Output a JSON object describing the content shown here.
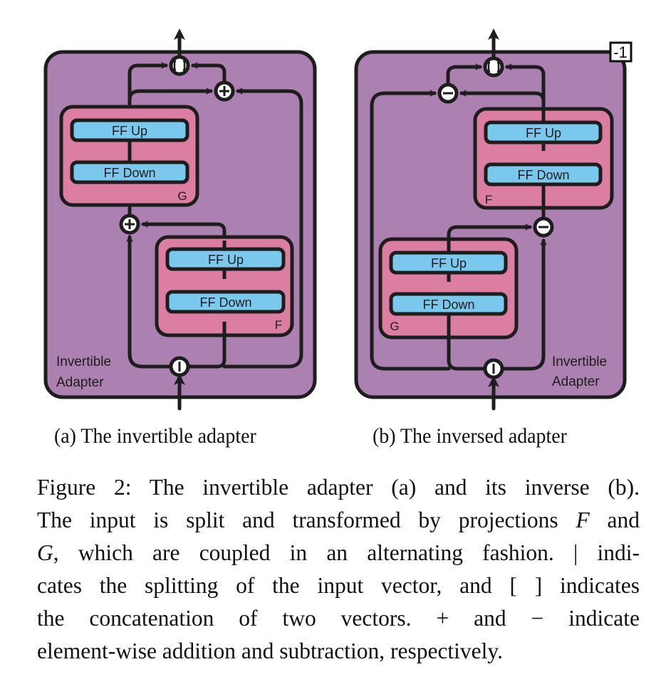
{
  "colors": {
    "outer": "#ad80b2",
    "module": "#dc7ea1",
    "ff": "#7ac8ee",
    "stroke": "#1d1d1d",
    "node_fill": "#ffffff"
  },
  "panels": [
    {
      "id": "a",
      "adapter_label_line1": "Invertible",
      "adapter_label_line2": "Adapter",
      "upper_module": {
        "name": "G",
        "ff_up": "FF Up",
        "ff_down": "FF Down"
      },
      "lower_module": {
        "name": "F",
        "ff_up": "FF Up",
        "ff_down": "FF Down"
      },
      "nodes": {
        "top": "concat",
        "upper_op": "add",
        "lower_op": "add",
        "bottom": "split"
      },
      "sublabel": "(a) The invertible adapter"
    },
    {
      "id": "b",
      "adapter_label_line1": "Invertible",
      "adapter_label_line2": "Adapter",
      "badge": "-1",
      "upper_module": {
        "name": "F",
        "ff_up": "FF Up",
        "ff_down": "FF Down"
      },
      "lower_module": {
        "name": "G",
        "ff_up": "FF Up",
        "ff_down": "FF Down"
      },
      "nodes": {
        "top": "concat",
        "upper_op": "subtract",
        "lower_op": "subtract",
        "bottom": "split"
      },
      "sublabel": "(b) The inversed adapter"
    }
  ],
  "caption": {
    "lines": [
      "Figure 2: The invertible adapter (a) and its inverse (b).",
      "The input is split and transformed by projections {F} and",
      "{G}, which are coupled in an alternating fashion. | indi-",
      "cates the splitting of the input vector, and [ ] indicates",
      "the concatenation of two vectors.  + and − indicate",
      "element-wise addition and subtraction, respectively."
    ]
  }
}
